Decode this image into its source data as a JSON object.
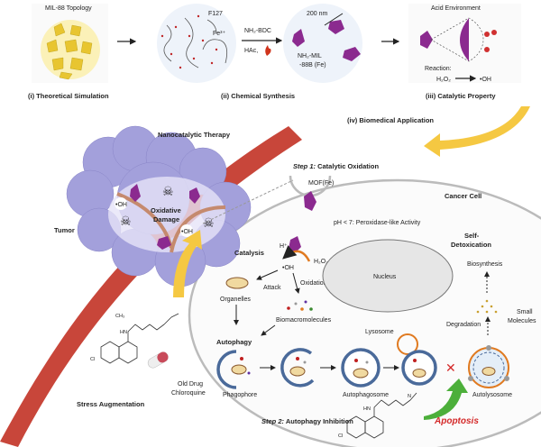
{
  "top": {
    "topology_label": "MIL-88 Topology",
    "f127": "F127",
    "fe": "Fe³⁺",
    "reagent1": "NH₂-BDC",
    "reagent2": "HAc,",
    "scale": "200 nm",
    "product1": "NH₂-MIL",
    "product2": "-88B (Fe)",
    "acid": "Acid Environment",
    "reaction": "Reaction:",
    "h2o2": "H₂O₂",
    "oh": "•OH",
    "step_i": "(i) Theoretical Simulation",
    "step_ii": "(ii) Chemical Synthesis",
    "step_iii": "(iii) Catalytic Property",
    "step_iv": "(iv) Biomedical Application"
  },
  "tumor": {
    "therapy": "Nanocatalytic Therapy",
    "tumor": "Tumor",
    "damage1": "Oxidative",
    "damage2": "Damage",
    "oh": "•OH",
    "stress": "Stress Augmentation",
    "drug1": "Old Drug",
    "drug2": "Chloroquine"
  },
  "cell": {
    "step1_a": "Step 1:",
    "step1_b": " Catalytic Oxidation",
    "mof": "MOF(Fe)",
    "cancer_cell": "Cancer Cell",
    "ph": "pH < 7: Peroxidase-like Activity",
    "self1": "Self-",
    "self2": "Detoxication",
    "catalysis": "Catalysis",
    "hplus": "H⁺",
    "h2o2": "H₂O₂",
    "oh": "•OH",
    "attack": "Attack",
    "oxidation": "Oxidation",
    "organelles": "Organelles",
    "biomacro": "Biomacromolecules",
    "nucleus": "Nucleus",
    "biosynthesis": "Biosynthesis",
    "small1": "Small",
    "small2": "Molecules",
    "degradation": "Degradation",
    "lysosome": "Lysosome",
    "autophagy": "Autophagy",
    "phagophore": "Phagophore",
    "autophagosome": "Autophagosome",
    "autolysosome": "Autolysosome",
    "step2_a": "Step 2:",
    "step2_b": " Autophagy Inhibition",
    "apoptosis": "Apoptosis"
  },
  "chem": {
    "ch3": "CH₃",
    "hn": "HN",
    "n": "N",
    "cl": "Cl"
  },
  "colors": {
    "mof": "#8b2a8f",
    "vessel": "#c8463a",
    "tumor": "#9c9ad8",
    "apoptosis": "#d42a2a",
    "arrow_yellow": "#f5c842",
    "arrow_green": "#4caf3a"
  }
}
